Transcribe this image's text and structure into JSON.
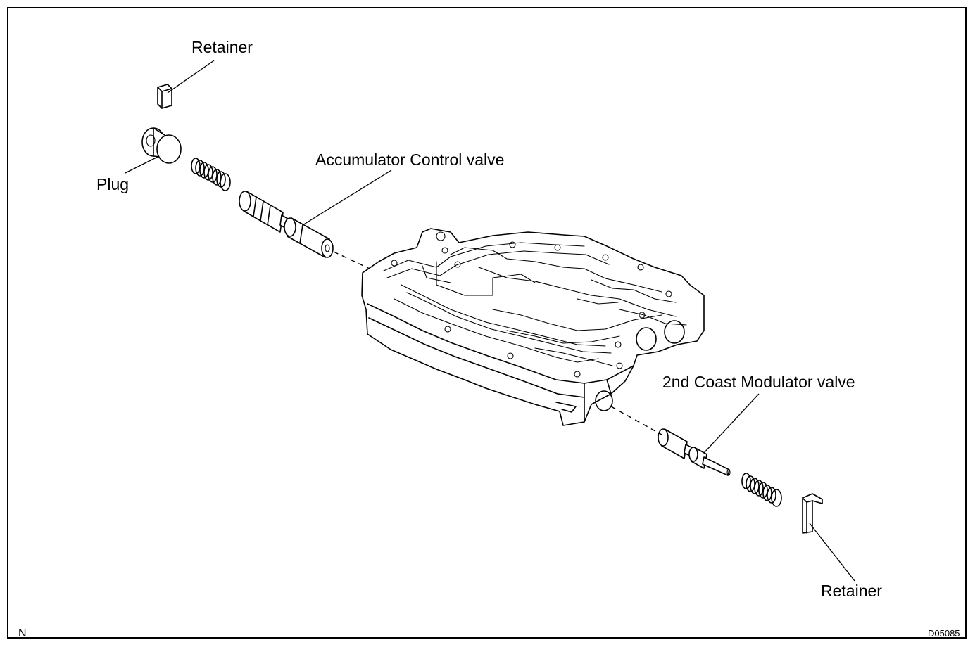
{
  "labels": {
    "retainer_top": "Retainer",
    "plug": "Plug",
    "accumulator_valve": "Accumulator Control valve",
    "coast_valve": "2nd Coast Modulator valve",
    "retainer_bottom": "Retainer"
  },
  "corner": {
    "left": "N",
    "right": "D05085"
  }
}
